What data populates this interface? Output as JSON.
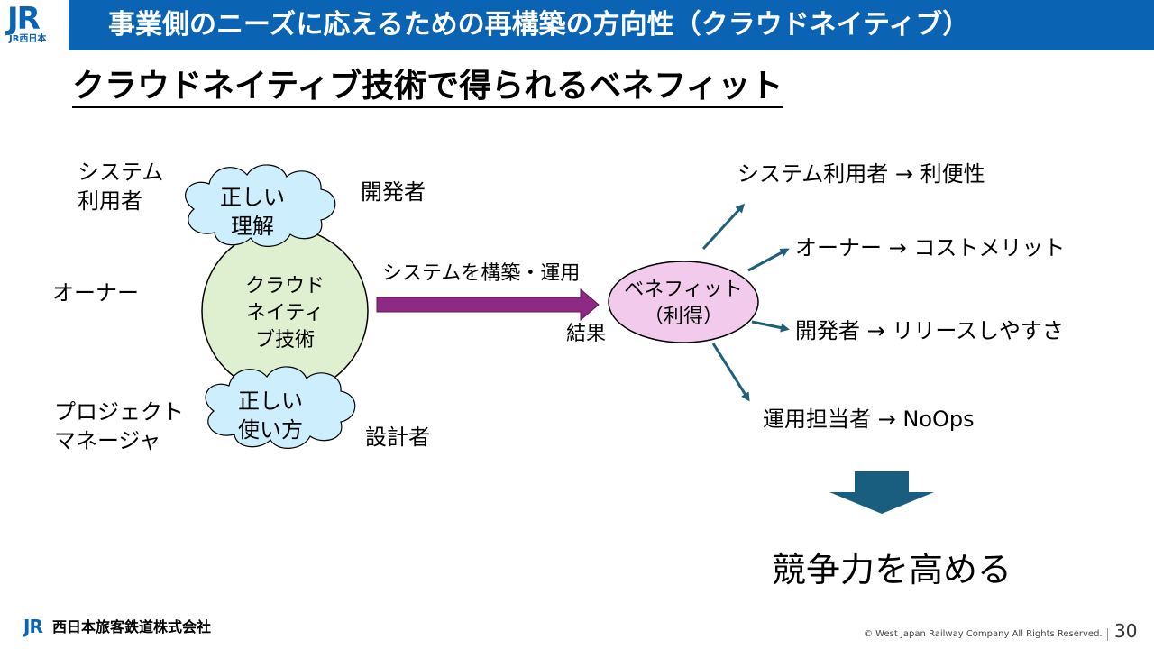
{
  "header": {
    "logo_text": "JR",
    "logo_sub": "JR西日本",
    "title": "事業側のニーズに応えるための再構築の方向性（クラウドネイティブ）"
  },
  "subtitle": "クラウドネイティブ技術で得られるベネフィット",
  "diagram": {
    "roles": {
      "system_user": [
        "システム",
        "利用者"
      ],
      "owner": "オーナー",
      "project_manager": [
        "プロジェクト",
        "マネージャ"
      ],
      "developer": "開発者",
      "designer": "設計者"
    },
    "cloud_top": [
      "正しい",
      "理解"
    ],
    "cloud_bottom": [
      "正しい",
      "使い方"
    ],
    "core": [
      "クラウド",
      "ネイティ",
      "ブ技術"
    ],
    "arrow_label": "システムを構築・運用",
    "result_label": "結果",
    "benefit": [
      "ベネフィット",
      "（利得）"
    ],
    "benefit_items": [
      "システム利用者 → 利便性",
      "オーナー → コストメリット",
      "開発者 → リリースしやすさ",
      "運用担当者 → NoOps"
    ],
    "conclusion": "競争力を高める"
  },
  "footer": {
    "company": "西日本旅客鉄道株式会社",
    "copyright": "© West Japan Railway Company All Rights Reserved.",
    "page_number": "30"
  },
  "colors": {
    "header_blue": "#0b64b3",
    "cloud_fill": "#cdeefc",
    "core_fill": "#dff0d0",
    "benefit_fill": "#f2cbec",
    "arrow_purple": "#8e2a85",
    "arrow_teal": "#1f5f7a",
    "down_arrow": "#195e7e"
  }
}
